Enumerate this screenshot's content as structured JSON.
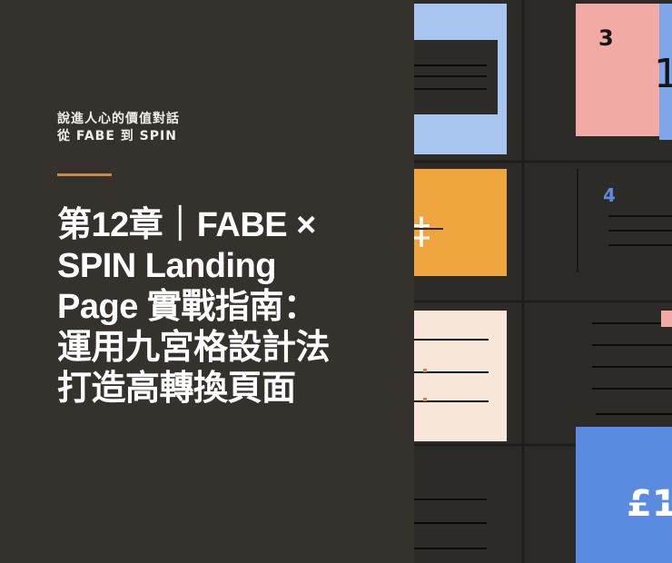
{
  "kicker": {
    "line1": "說進人心的價值對話",
    "line2": "從 FABE 到 SPIN"
  },
  "title": {
    "line1": "第12章｜FABE ×",
    "line2": "SPIN Landing",
    "line3": "Page 實戰指南：",
    "line4": "運用九宮格設計法",
    "line5": "打造高轉換頁面"
  },
  "illustration": {
    "labels": {
      "three": "3",
      "one": "1",
      "four": "4",
      "price": "£1"
    },
    "colors": {
      "background": "#35312c",
      "accent": "#c98a45",
      "blue_light": "#a8c6f0",
      "salmon": "#f2aaa4",
      "orange": "#f0a53f",
      "cream": "#f8e6d8",
      "blue": "#5b8be0"
    }
  }
}
